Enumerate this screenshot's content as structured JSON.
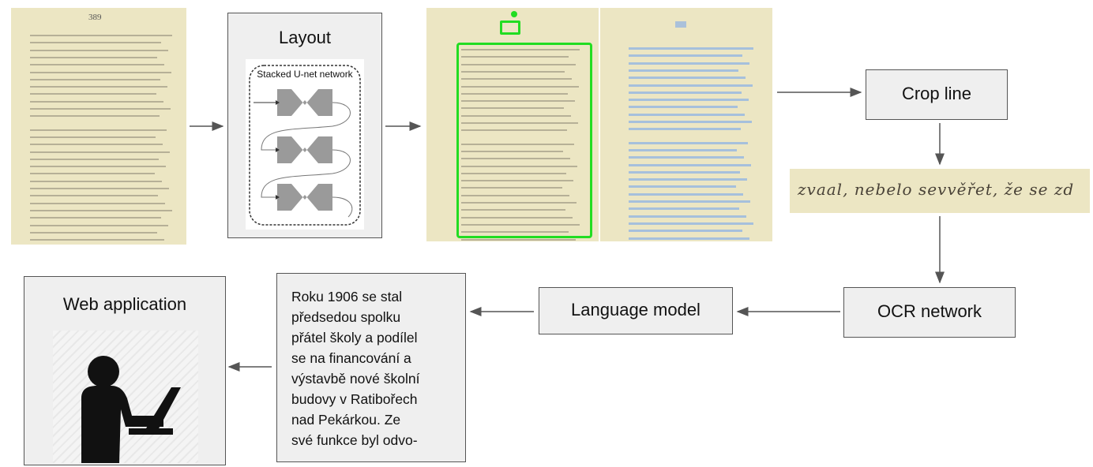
{
  "pipeline": {
    "input_page": {
      "page_number": "389"
    },
    "layout": {
      "label": "Layout",
      "network_label": "Stacked U-net network"
    },
    "crop_line": {
      "label": "Crop line",
      "handwriting_sample": "zvaal, nebelo sevvěřet, že se zd"
    },
    "ocr_network": {
      "label": "OCR network"
    },
    "language_model": {
      "label": "Language model"
    },
    "ocr_output": {
      "text": "Roku 1906 se stal\npředsedou spolku\npřátel školy a podílel\nse na financování a\nvýstavbě nové školní\nbudovy v Ratibořech\nnad Pekárkou. Ze\nsvé funkce byl odvo-"
    },
    "web_application": {
      "label": "Web application",
      "icon": "user-at-laptop-icon"
    }
  },
  "colors": {
    "page": "#ece6c3",
    "box_fill": "#efefef",
    "box_border": "#555555",
    "arrow": "#555555",
    "region_highlight": "#22dd22",
    "line_highlight": "#9ab8e0"
  }
}
